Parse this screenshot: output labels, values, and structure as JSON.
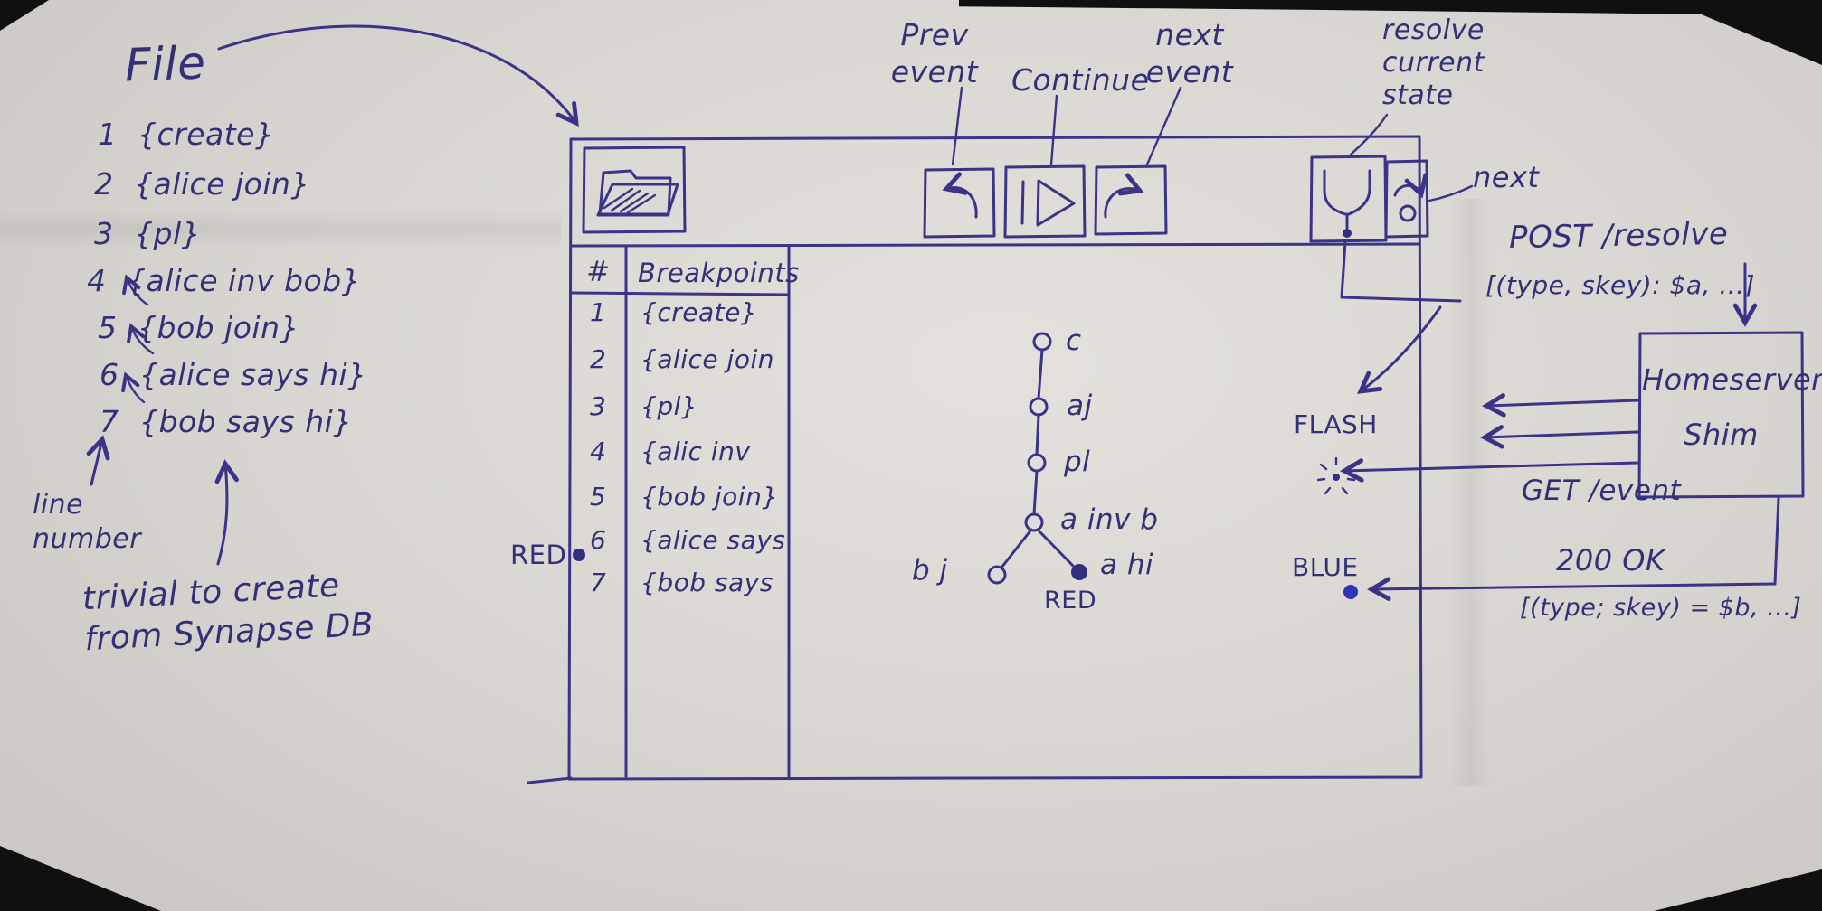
{
  "colors": {
    "ink": "#3a3388",
    "paper": "#d9d6d1",
    "blue_dot": "#2d35b5"
  },
  "file_panel": {
    "title": "File",
    "lines": [
      {
        "num": "1",
        "text": "{create}"
      },
      {
        "num": "2",
        "text": "{alice join}"
      },
      {
        "num": "3",
        "text": "{pl}"
      },
      {
        "num": "4",
        "text": "{alice inv bob}"
      },
      {
        "num": "5",
        "text": "{bob join}"
      },
      {
        "num": "6",
        "text": "{alice says hi}"
      },
      {
        "num": "7",
        "text": "{bob says hi}"
      }
    ],
    "line_number_label": "line\nnumber",
    "note": "trivial to create\nfrom Synapse DB"
  },
  "toolbar_labels": {
    "prev": "Prev\nevent",
    "continue": "Continue",
    "next": "next\nevent",
    "resolve": "resolve\ncurrent\nstate",
    "next_state": "next"
  },
  "breakpoints_table": {
    "col_num": "#",
    "col_name": "Breakpoints",
    "rows": [
      {
        "num": "1",
        "text": "{create}"
      },
      {
        "num": "2",
        "text": "{alice join"
      },
      {
        "num": "3",
        "text": "{pl}"
      },
      {
        "num": "4",
        "text": "{alic inv"
      },
      {
        "num": "5",
        "text": "{bob join}"
      },
      {
        "num": "6",
        "text": "{alice says"
      },
      {
        "num": "7",
        "text": "{bob says"
      }
    ],
    "red_marker": "RED"
  },
  "graph": {
    "node_c": "c",
    "node_aj": "aj",
    "node_pl": "pl",
    "node_ainvb": "a inv b",
    "node_bj": "b j",
    "node_ahi": "a hi",
    "red_marker": "RED"
  },
  "network": {
    "post_label": "POST /resolve",
    "post_payload": "[(type, skey): $a, ...]",
    "homeserver": "Homeserver\nShim",
    "flash_label": "FLASH",
    "get_label": "GET /event",
    "blue_label": "BLUE",
    "ok_label": "200 OK",
    "ok_payload": "[(type; skey) = $b, ...]"
  }
}
